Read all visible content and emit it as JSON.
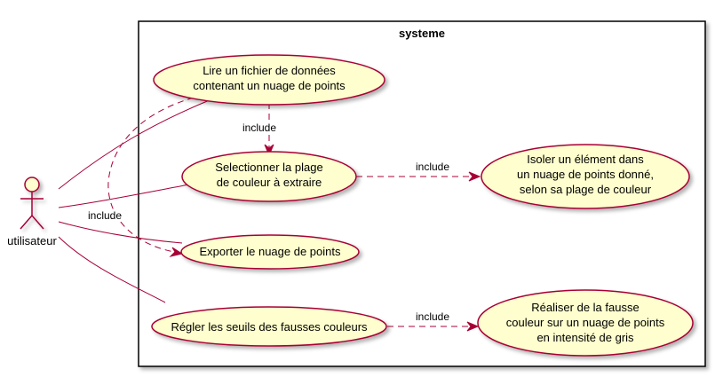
{
  "system": {
    "title": "systeme"
  },
  "actor": {
    "label": "utilisateur"
  },
  "use_cases": {
    "lire": [
      "Lire un fichier de données",
      "contenant un nuage de points"
    ],
    "selectionner": [
      "Selectionner la plage",
      "de couleur à extraire"
    ],
    "isoler": [
      "Isoler un élément dans",
      "un nuage de points donné,",
      "selon sa plage de couleur"
    ],
    "exporter": [
      "Exporter le nuage de points"
    ],
    "regler": [
      "Régler les seuils des fausses couleurs"
    ],
    "realiser": [
      "Réaliser de la fausse",
      "couleur sur un nuage de points",
      "en intensité de gris"
    ]
  },
  "relations": {
    "lire_selectionner": "include",
    "selectionner_isoler": "include",
    "lire_exporter": "include",
    "regler_realiser": "include"
  },
  "colors": {
    "accent": "#A80036",
    "fill": "#FEFECE"
  }
}
